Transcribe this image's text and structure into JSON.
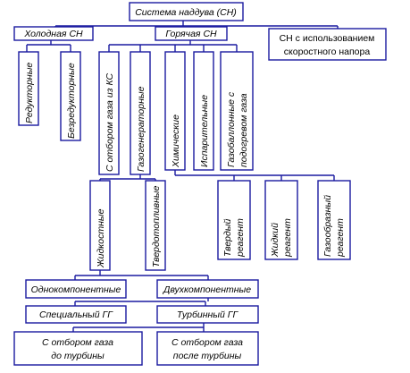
{
  "diagram": {
    "root": "Система наддува (СН)",
    "cold": "Холодная СН",
    "hot": "Горячая СН",
    "speed_line1": "СН с использованием",
    "speed_line2": "скоростного напора",
    "reducer": "Редукторные",
    "gearless": "Безредукторные",
    "bleed_cc": "С отбором газа из КС",
    "gasgen": "Газогенераторные",
    "chemical": "Химические",
    "evaporative": "Испарительные",
    "gasballoon_line1": "Газобаллонные с",
    "gasballoon_line2": "подогревом газа",
    "liquid": "Жидкостные",
    "solid": "Твердотопливные",
    "solid_reagent_line1": "Твердый",
    "solid_reagent_line2": "реагент",
    "liquid_reagent_line1": "Жидкий",
    "liquid_reagent_line2": "реагент",
    "gas_reagent_line1": "Газообразный",
    "gas_reagent_line2": "реагент",
    "mono": "Однокомпонентные",
    "bi": "Двухкомпонентные",
    "special_gg": "Специальный ГГ",
    "turbine_gg": "Турбинный ГГ",
    "before_line1": "С отбором газа",
    "before_line2": "до турбины",
    "after_line1": "С отбором газа",
    "after_line2": "после турбины"
  },
  "colors": {
    "line": "#1a1aa0",
    "text": "#000000"
  }
}
